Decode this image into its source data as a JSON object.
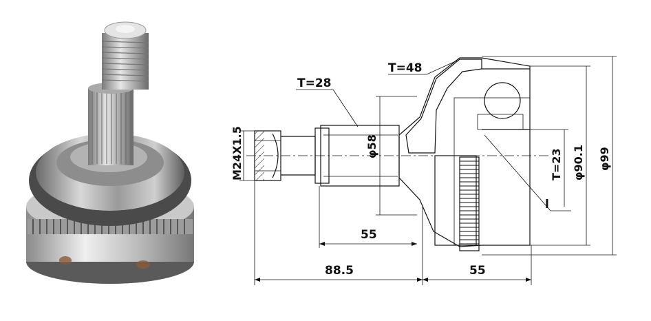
{
  "photo": {
    "description_icon": "cv-joint-photo"
  },
  "drawing": {
    "labels": {
      "t_outer": "T=48",
      "t_shaft": "T=28",
      "thread": "M24X1.5",
      "shaft_dia": "φ58",
      "t_inner": "T=23",
      "dia_mid": "φ90.1",
      "dia_outer": "φ99",
      "dim_55_inner": "55",
      "dim_88_5": "88.5",
      "dim_55_outer": "55",
      "mark_l": "l"
    }
  }
}
